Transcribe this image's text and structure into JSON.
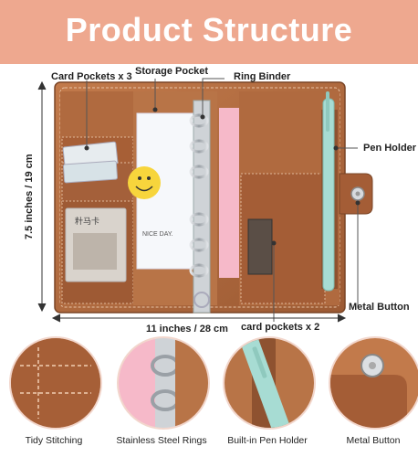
{
  "title": "Product Structure",
  "labels": {
    "card_pockets_3": "Card Pockets x 3",
    "storage_pocket": "Storage Pocket",
    "ring_binder": "Ring Binder",
    "pen_holder": "Pen Holder",
    "metal_button": "Metal Button",
    "card_pockets_2": "card pockets x 2",
    "height_dim": "7.5 inches / 19 cm",
    "width_dim": "11 inches / 28 cm"
  },
  "insert_texts": {
    "card_lines": "籵马卡",
    "nice_day": "NICE DAY."
  },
  "features": [
    {
      "label": "Tidy Stitching",
      "icon": "stitching-detail"
    },
    {
      "label": "Stainless Steel Rings",
      "icon": "steel-rings-detail"
    },
    {
      "label": "Built-in Pen Holder",
      "icon": "pen-holder-detail"
    },
    {
      "label": "Metal Button",
      "icon": "metal-button-detail"
    }
  ],
  "colors": {
    "banner": "#eea88f",
    "leather": "#b56e42",
    "leather_dark": "#8e5230",
    "ring_metal": "#bfc3c8",
    "pen": "#a7dcd3",
    "pink_tab": "#f6b9c9",
    "smiley": "#f7d53c"
  }
}
